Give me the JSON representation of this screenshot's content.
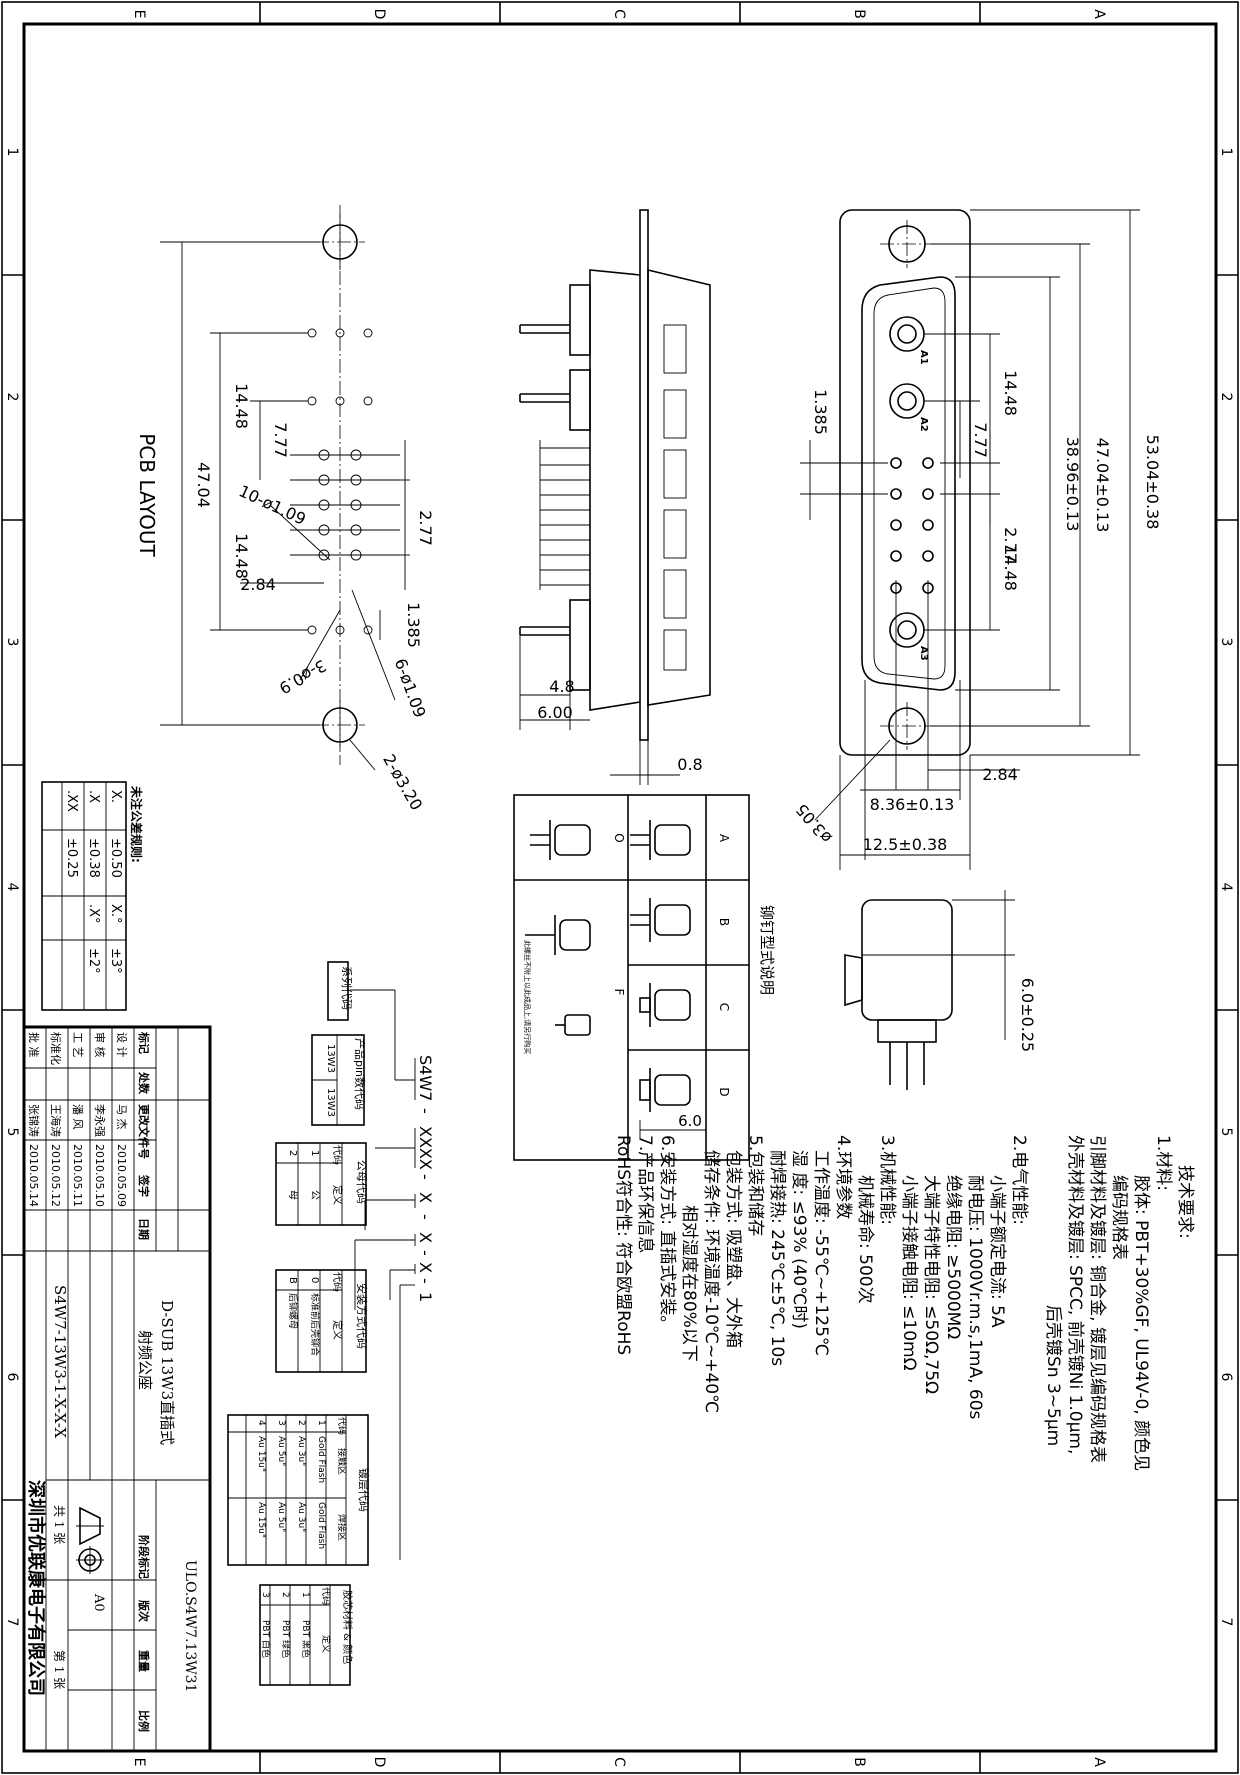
{
  "border": {
    "zones_letters": [
      "E",
      "D",
      "C",
      "B",
      "A"
    ],
    "zones_numbers": [
      "1",
      "2",
      "3",
      "4",
      "5",
      "6",
      "7"
    ]
  },
  "tech": {
    "title": "技术要求:",
    "lines": [
      "1.材料:",
      "胶体: PBT+30%GF, UL94V-0, 颜色见",
      "编码规格表",
      "引脚材料及镀层: 铜合金, 镀层见编码规格表",
      "外壳材料及镀层: SPCC, 前壳镀Ni 1.0μm,",
      "后壳镀Sn 3~5μm",
      "2.电气性能:",
      "小端子额定电流: 5A",
      "耐电压: 1000Vr.m.s,1mA, 60s",
      "绝缘电阻: ≥5000MΩ",
      "大端子特性电阻: ≤50Ω,75Ω",
      "小端子接触电阻: ≤10mΩ",
      "3.机械性能:",
      "机械寿命: 500次",
      "4.环境参数",
      "工作温度: -55℃~+125℃",
      "湿    度: ≤93% (40℃时)",
      "耐焊接热: 245℃±5℃, 10s",
      "5.包装和储存",
      "包装方式: 吸塑盘、大外箱",
      "储存条件: 环境温度-10℃~+40℃",
      "相对湿度在80%以下",
      "6.安装方式: 直插式安装。",
      "7.产品环保信息",
      "RoHS符合性: 符合欧盟RoHS"
    ]
  },
  "views": {
    "pcb_label": "PCB LAYOUT",
    "rivet_title": "铆钉型式说明",
    "rivet_cells": [
      "A",
      "B",
      "C",
      "D",
      "O",
      "F"
    ],
    "rivet_note": "此螺丝不附上以此成品上,请另行购买",
    "contact_labels": [
      "A1",
      "A2",
      "A3"
    ]
  },
  "dims": {
    "pcb_47": "47.04",
    "pcb_1448a": "14.48",
    "pcb_777": "7.77",
    "pcb_1448b": "14.48",
    "pcb_holes10": "10-ø1.09",
    "pcb_277": "2.77",
    "pcb_284": "2.84",
    "pcb_1385": "1.385",
    "pcb_3ph": "3-ø0.9",
    "pcb_6ph": "6-ø1.09",
    "pcb_2ph": "2-ø3.20",
    "side_48": "4.8",
    "side_600": "6.00",
    "side_08": "0.8",
    "front_5304": "53.04±0.38",
    "front_4704": "47.04±0.13",
    "front_3896": "38.96±0.13",
    "front_1448a": "14.48",
    "front_777": "7.77",
    "front_1448b": "14.48",
    "front_277": "2.77",
    "front_1385": "1.385",
    "front_284": "2.84",
    "front_836": "8.36±0.13",
    "front_125": "12.5±0.38",
    "front_305": "ø3.05",
    "bottom_60": "6.0±0.25",
    "rivet_60": "6.0"
  },
  "tolerance": {
    "title": "未注公差规则:",
    "rows": [
      [
        "X.",
        "±0.50",
        "X.°",
        "±3°"
      ],
      [
        ".X",
        "±0.38",
        ".X°",
        "±2°"
      ],
      [
        ".XX",
        "±0.25",
        "",
        ""
      ]
    ]
  },
  "codes": {
    "code_string": [
      "S4W7",
      "-",
      "XXXX",
      "-",
      "X",
      "-",
      "X",
      "-",
      "X",
      "-",
      "1"
    ],
    "series_box": "系列代码",
    "pin_title": "产品pin数代码",
    "pin_rows": [
      "13W3",
      "13W3"
    ],
    "gender_title": "公母代码",
    "gender_head": [
      "代码",
      "定义"
    ],
    "gender_rows": [
      [
        "1",
        "公"
      ],
      [
        "2",
        "母"
      ]
    ],
    "install_title": "安装方式代码",
    "install_head": [
      "代码",
      "定义"
    ],
    "install_rows": [
      [
        "0",
        "标准前后壳铆合"
      ],
      [
        "B",
        "后铆螺母"
      ]
    ],
    "plating_title": "镀层代码",
    "plating_head": [
      "代码",
      "接触区",
      "焊接区"
    ],
    "plating_rows": [
      [
        "1",
        "Gold Flash",
        "Gold Flash"
      ],
      [
        "2",
        "Au 3u\"",
        "Au 3u\""
      ],
      [
        "3",
        "Au 5u\"",
        "Au 5u\""
      ],
      [
        "4",
        "Au 15u\"",
        "Au 15u\""
      ]
    ],
    "colour_title": "胶芯材料 & 颜色",
    "colour_head": [
      "代码",
      "定义"
    ],
    "colour_rows": [
      [
        "1",
        "PBT 黑色"
      ],
      [
        "2",
        "PBT 绿色"
      ],
      [
        "3",
        "PBT 白色"
      ]
    ]
  },
  "titleblock": {
    "head": [
      "标记",
      "处数",
      "更改文件号",
      "签字",
      "日期"
    ],
    "rows": [
      [
        "设 计",
        "马 杰",
        "2010.05.09"
      ],
      [
        "审 核",
        "李永强",
        "2010.05.10"
      ],
      [
        "工 艺",
        "潘 风",
        "2010.05.11"
      ],
      [
        "标准化",
        "王海涛",
        "2010.05.12"
      ],
      [
        "批 准",
        "张锦涛",
        "2010.05.14"
      ]
    ],
    "part_no": "ULO.S4W7.13W31",
    "name_line1": "D-SUB 13W3直插式",
    "name_line2": "射频公座",
    "model": "S4W7-13W3-1-X-X-X",
    "stage_label": "阶段标记",
    "weight_label": "重量",
    "scale_label": "比例",
    "version_label": "版次",
    "version": "A0",
    "sheets_total": "共 1 张",
    "sheet_no": "第 1 张",
    "company": "深圳市优联康电子有限公司"
  }
}
